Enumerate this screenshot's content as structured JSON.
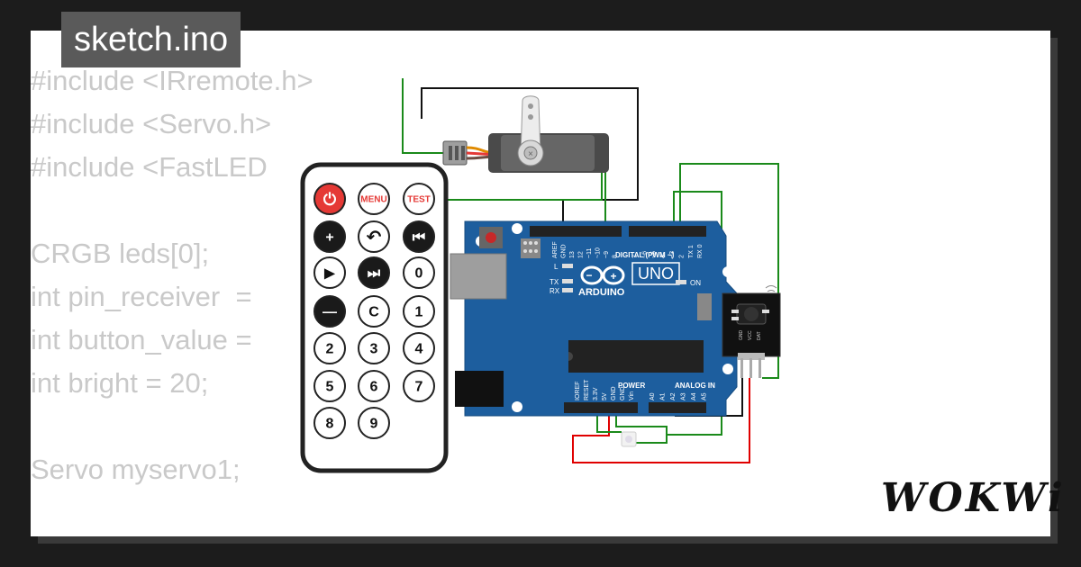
{
  "file_tab": {
    "name": "sketch.ino"
  },
  "code_lines": [
    "#include <IRremote.h>",
    "#include <Servo.h>",
    "#include <FastLED",
    "",
    "CRGB leds[0];",
    "int pin_receiver  =",
    "int button_value =",
    "int bright = 20;",
    "",
    "Servo myservo1;"
  ],
  "remote": {
    "buttons": [
      {
        "id": "power",
        "label": "⏻",
        "color": "#e53935"
      },
      {
        "id": "menu",
        "label": "MENU",
        "color": "#e53935"
      },
      {
        "id": "test",
        "label": "TEST",
        "color": "#e53935"
      },
      {
        "id": "plus",
        "label": "+"
      },
      {
        "id": "back",
        "label": "↶"
      },
      {
        "id": "prev",
        "label": "⏮"
      },
      {
        "id": "play",
        "label": "▶"
      },
      {
        "id": "next",
        "label": "⏭"
      },
      {
        "id": "zero",
        "label": "0"
      },
      {
        "id": "minus",
        "label": "—"
      },
      {
        "id": "clear",
        "label": "C"
      },
      {
        "id": "one",
        "label": "1"
      },
      {
        "id": "two",
        "label": "2"
      },
      {
        "id": "three",
        "label": "3"
      },
      {
        "id": "four",
        "label": "4"
      },
      {
        "id": "five",
        "label": "5"
      },
      {
        "id": "six",
        "label": "6"
      },
      {
        "id": "seven",
        "label": "7"
      },
      {
        "id": "eight",
        "label": "8"
      },
      {
        "id": "nine",
        "label": "9"
      }
    ]
  },
  "arduino": {
    "name": "UNO",
    "brand": "ARDUINO",
    "digital_label": "DIGITAL (PWM ~)",
    "analog_label": "ANALOG IN",
    "power_label": "POWER",
    "on_label": "ON",
    "l_label": "L",
    "tx_label": "TX",
    "rx_label": "RX",
    "aref_pins": [
      "AREF",
      "GND",
      "13",
      "12",
      "~11",
      "~10",
      "~9",
      "8"
    ],
    "digital_pins": [
      "7",
      "~6",
      "~5",
      "4",
      "~3",
      "2",
      "TX 1",
      "RX 0"
    ],
    "power_pins": [
      "IOREF",
      "RESET",
      "3.3V",
      "5V",
      "GND",
      "GND",
      "Vin"
    ],
    "analog_pins": [
      "A0",
      "A1",
      "A2",
      "A3",
      "A4",
      "A5"
    ]
  },
  "ir_receiver": {
    "pins": [
      "GND",
      "VCC",
      "DAT"
    ]
  },
  "brand_logo": "WOKWi",
  "colors": {
    "wire_green": "#1a8a1a",
    "wire_red": "#e00000",
    "wire_black": "#111111",
    "board_blue": "#1d5e9e",
    "accent_red": "#e53935"
  }
}
